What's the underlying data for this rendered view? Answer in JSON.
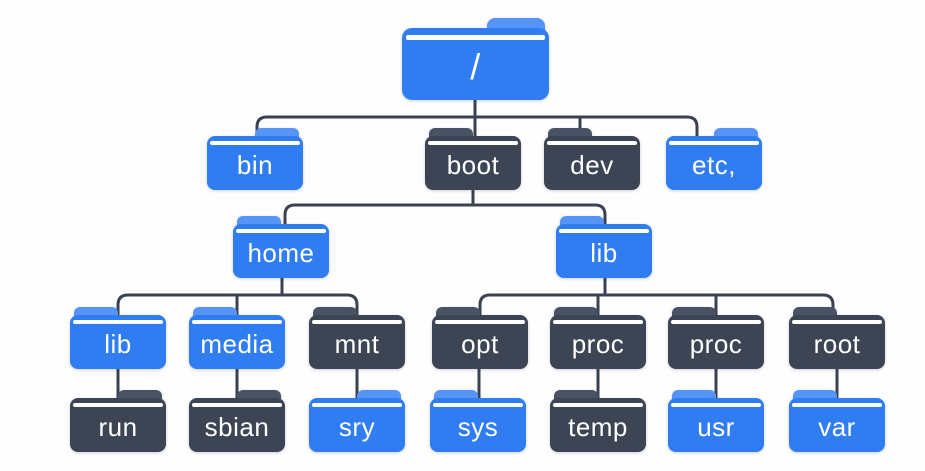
{
  "colors": {
    "background": "#fefefe",
    "folder_blue": "#2f7df1",
    "folder_blue_tab": "#5694f7",
    "folder_dark": "#3d4454",
    "folder_dark_tab": "#4a5365",
    "stripe": "#ffffff",
    "line": "#3a4252",
    "label_text": "#ffffff"
  },
  "diagram": {
    "type": "tree",
    "description_levels": 5
  },
  "nodes": [
    {
      "id": "root",
      "label": "/",
      "color": "blue",
      "parent": null,
      "level": 1
    },
    {
      "id": "bin",
      "label": "bin",
      "color": "blue",
      "parent": "root",
      "level": 2
    },
    {
      "id": "boot",
      "label": "boot",
      "color": "dark",
      "parent": "root",
      "level": 2
    },
    {
      "id": "dev",
      "label": "dev",
      "color": "dark",
      "parent": "root",
      "level": 2
    },
    {
      "id": "etc",
      "label": "etc,",
      "color": "blue",
      "parent": "root",
      "level": 2
    },
    {
      "id": "home",
      "label": "home",
      "color": "blue",
      "parent": "boot",
      "level": 3
    },
    {
      "id": "lib",
      "label": "lib",
      "color": "blue",
      "parent": "boot",
      "level": 3
    },
    {
      "id": "lib2",
      "label": "lib",
      "color": "blue",
      "parent": "home",
      "level": 4
    },
    {
      "id": "media",
      "label": "media",
      "color": "blue",
      "parent": "home",
      "level": 4
    },
    {
      "id": "mnt",
      "label": "mnt",
      "color": "dark",
      "parent": "home",
      "level": 4
    },
    {
      "id": "opt",
      "label": "opt",
      "color": "dark",
      "parent": "lib",
      "level": 4
    },
    {
      "id": "proc1",
      "label": "proc",
      "color": "dark",
      "parent": "lib",
      "level": 4
    },
    {
      "id": "proc2",
      "label": "proc",
      "color": "dark",
      "parent": "lib",
      "level": 4
    },
    {
      "id": "root2",
      "label": "root",
      "color": "dark",
      "parent": "lib",
      "level": 4
    },
    {
      "id": "run",
      "label": "run",
      "color": "dark",
      "parent": "lib2",
      "level": 5
    },
    {
      "id": "sbian",
      "label": "sbian",
      "color": "dark",
      "parent": "media",
      "level": 5
    },
    {
      "id": "sry",
      "label": "sry",
      "color": "blue",
      "parent": "mnt",
      "level": 5
    },
    {
      "id": "sys",
      "label": "sys",
      "color": "blue",
      "parent": "opt",
      "level": 5
    },
    {
      "id": "temp",
      "label": "temp",
      "color": "dark",
      "parent": "proc1",
      "level": 5
    },
    {
      "id": "usr",
      "label": "usr",
      "color": "blue",
      "parent": "proc2",
      "level": 5
    },
    {
      "id": "var",
      "label": "var",
      "color": "blue",
      "parent": "root2",
      "level": 5
    }
  ]
}
